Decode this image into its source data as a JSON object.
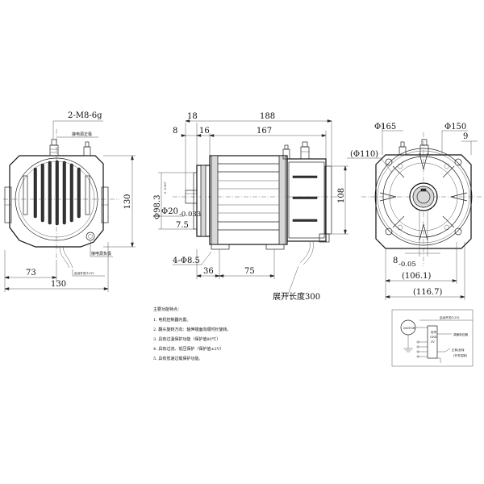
{
  "left_view": {
    "thread_spec": "2-M8-6g",
    "label_power_positive": "接电源正极",
    "label_power_negative": "接电源负极",
    "label_start_switch": "启动开关(12V)",
    "dim_height": "130",
    "dim_offset": "73",
    "dim_width": "130"
  },
  "front_view": {
    "dim_18": "18",
    "dim_188": "188",
    "dim_8": "8",
    "dim_16": "16",
    "dim_167": "167",
    "dim_bore": "Φ98.3",
    "dim_bore_tol": "0 -0.067",
    "dim_shaft": "Φ20",
    "dim_shaft_tol": "-0.033",
    "dim_7_5": "7.5",
    "dim_108": "108",
    "dim_holes": "4-Φ8.5",
    "dim_36": "36",
    "dim_75": "75",
    "cable_length_label": "展开长度300"
  },
  "right_view": {
    "dim_d165": "Φ165",
    "dim_d150": "Φ150",
    "dim_9": "9",
    "dim_d110": "(Φ110)",
    "dim_key": "8",
    "dim_key_tol": "-0.05",
    "dim_106_1": "(106.1)",
    "dim_116_7": "(116.7)"
  },
  "notes": {
    "title": "主要功能特点：",
    "items": [
      "1. 电机控制器内置。",
      "2. 翻头旋转方向：轴伸端面向顺时针旋转。",
      "3. 具有过温保护功能（保护值80℃）",
      "4. 具有过流、低压保护（保护值±2V）",
      "5. 具有低速过载保护功能。"
    ]
  },
  "wiring": {
    "top_label": "启动开关(12V)",
    "motor_label": "MOTOR",
    "speed_label": "调速电位器",
    "mid_labels": [
      "信号",
      "GND",
      "5V"
    ],
    "forward_reverse_label": "正转/反转",
    "switch_label": "(开关控制)"
  }
}
